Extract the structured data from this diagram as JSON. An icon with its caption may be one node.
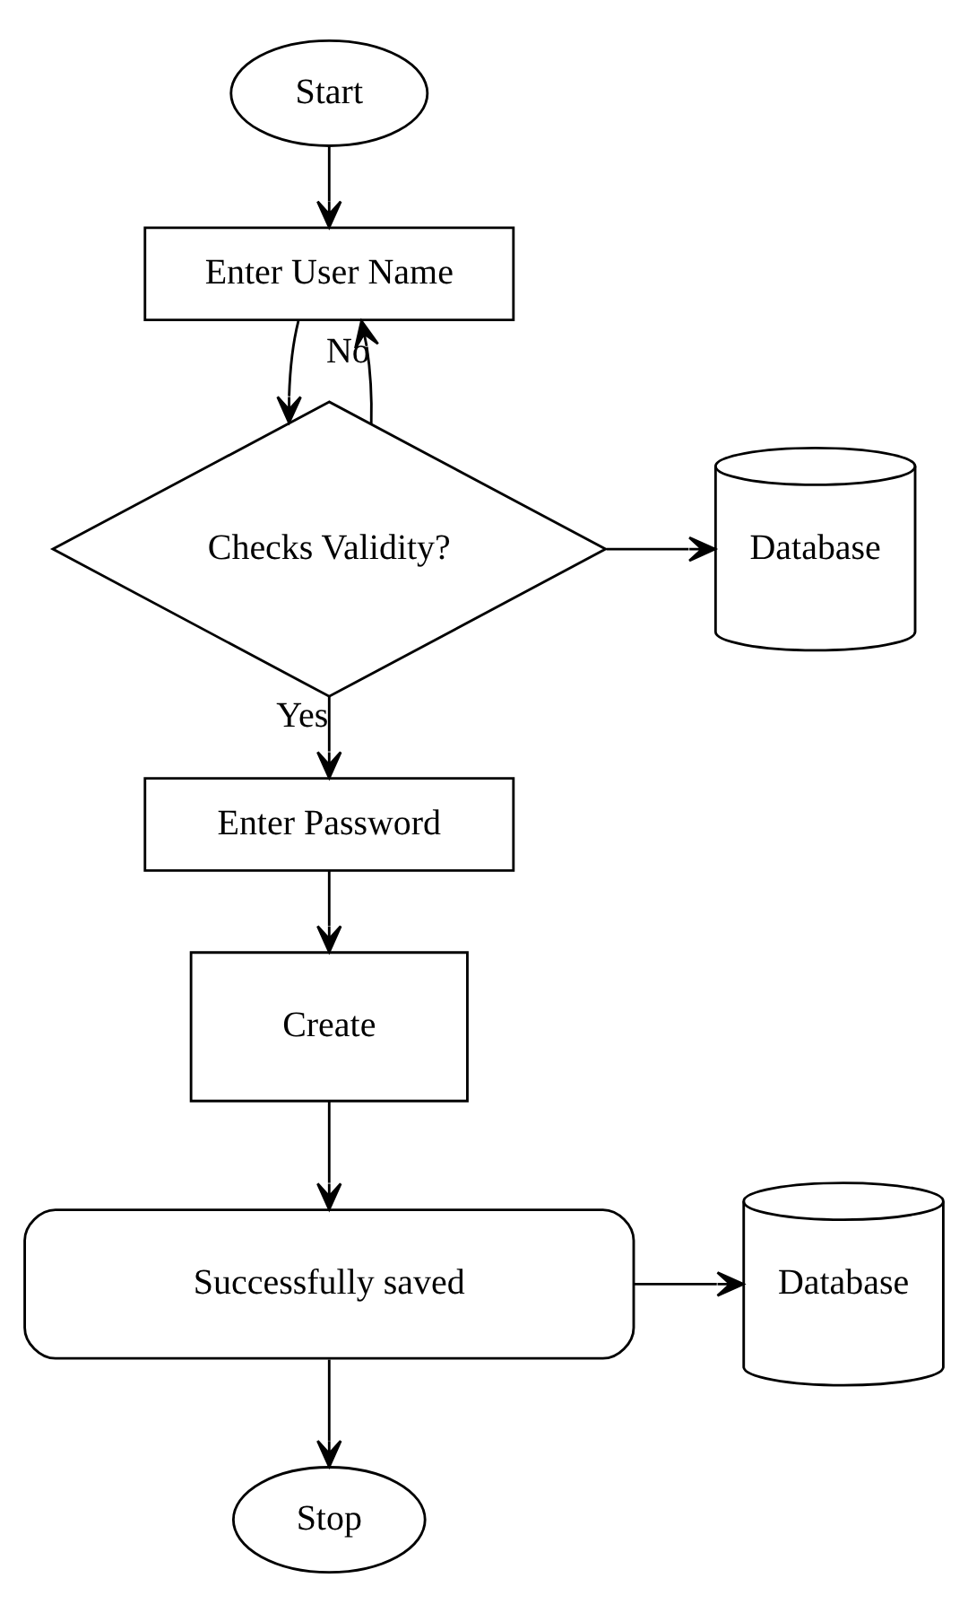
{
  "diagram": {
    "nodes": [
      {
        "text": [
          "Start"
        ]
      },
      {
        "text": [
          "Enter User Name"
        ]
      },
      {
        "text": [
          "Checks Validity?"
        ]
      },
      {
        "text": [
          "Database"
        ]
      },
      {
        "text": [
          "Enter Password"
        ]
      },
      {
        "text": [
          "Create"
        ]
      },
      {
        "text": [
          "Successfully saved"
        ]
      },
      {
        "text": [
          "Database"
        ]
      },
      {
        "text": [
          "Stop"
        ]
      }
    ],
    "edges": [
      {
        "from": 0,
        "to": 1,
        "arrow": "to"
      },
      {
        "from": 1,
        "to": 2,
        "arrow": "to"
      },
      {
        "from": 2,
        "to": 1,
        "arrow": "to",
        "label": "No"
      },
      {
        "from": 2,
        "to": 3,
        "arrow": "to"
      },
      {
        "from": 2,
        "to": 4,
        "arrow": "to",
        "label": "Yes"
      },
      {
        "from": 4,
        "to": 5,
        "arrow": "to"
      },
      {
        "from": 5,
        "to": 6,
        "arrow": "to"
      },
      {
        "from": 6,
        "to": 7,
        "arrow": "to"
      },
      {
        "from": 6,
        "to": 8,
        "arrow": "to"
      }
    ]
  }
}
